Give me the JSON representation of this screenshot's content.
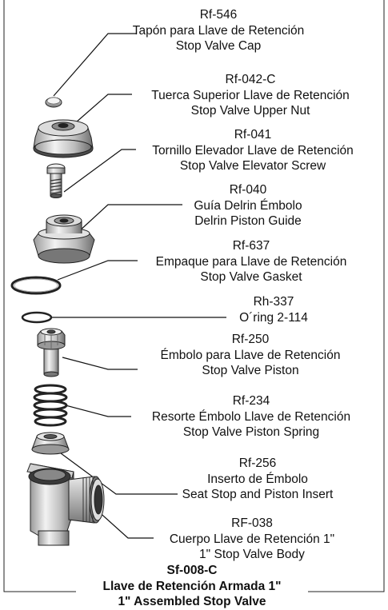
{
  "parts": [
    {
      "code": "Rf-546",
      "es": "Tapón para Llave de Retención",
      "en": "Stop Valve Cap"
    },
    {
      "code": "Rf-042-C",
      "es": "Tuerca Superior Llave de Retención",
      "en": "Stop Valve Upper Nut"
    },
    {
      "code": "Rf-041",
      "es": "Tornillo Elevador Llave de Retención",
      "en": "Stop Valve Elevator Screw"
    },
    {
      "code": "Rf-040",
      "es": "Guía Delrin Émbolo",
      "en": "Delrin Piston Guide"
    },
    {
      "code": "Rf-637",
      "es": "Empaque para Llave de Retención",
      "en": "Stop Valve Gasket"
    },
    {
      "code": "Rh-337",
      "es": "O´ring 2-114",
      "en": ""
    },
    {
      "code": "Rf-250",
      "es": "Émbolo para Llave de Retención",
      "en": "Stop Valve Piston"
    },
    {
      "code": "Rf-234",
      "es": "Resorte Émbolo Llave de Retención",
      "en": "Stop Valve Piston Spring"
    },
    {
      "code": "Rf-256",
      "es": "Inserto de Émbolo",
      "en": "Seat Stop and Piston Insert"
    },
    {
      "code": "RF-038",
      "es": "Cuerpo Llave de Retención 1\"",
      "en": "1\" Stop Valve Body"
    }
  ],
  "assembly": {
    "code": "Sf-008-C",
    "es": "Llave de Retención Armada 1\"",
    "en": "1\" Assembled Stop Valve"
  }
}
